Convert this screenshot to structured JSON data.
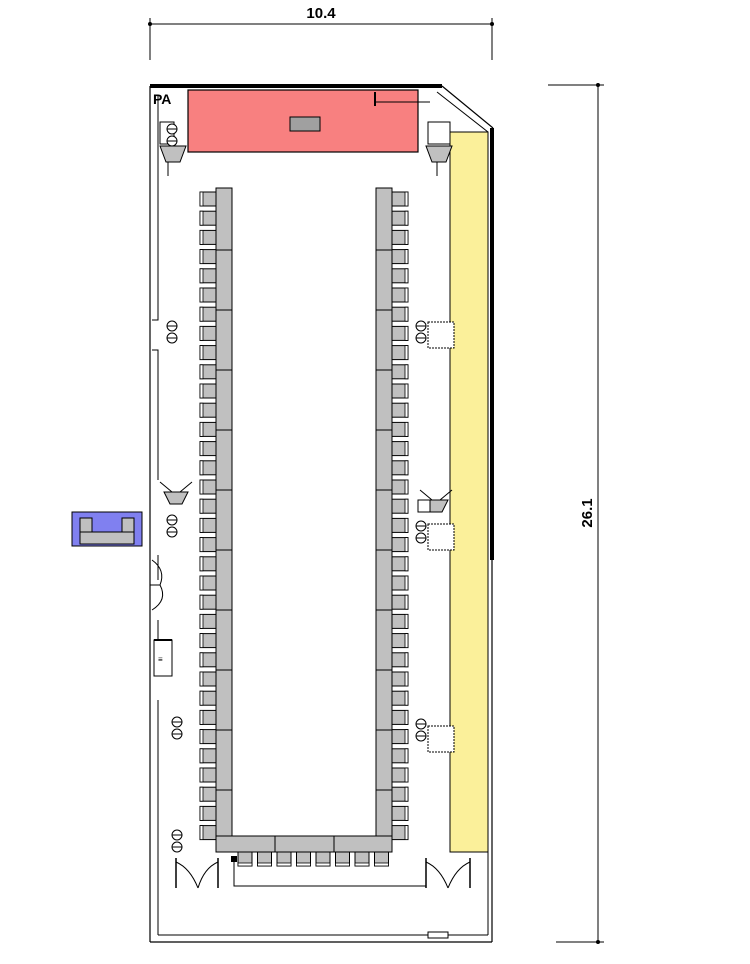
{
  "dimensions": {
    "width_label": "10.4",
    "length_label": "26.1"
  },
  "labels": {
    "pa": "PA"
  },
  "colors": {
    "stage": "#f88080",
    "window_strip": "#fbf09a",
    "tables": "#c0c0c0",
    "chairs": "#c0c0c0",
    "side_equipment": "#8080f0"
  },
  "icons": [
    "speaker-icon",
    "power-outlet-icon",
    "door-icon",
    "chair-icon",
    "table-icon"
  ]
}
